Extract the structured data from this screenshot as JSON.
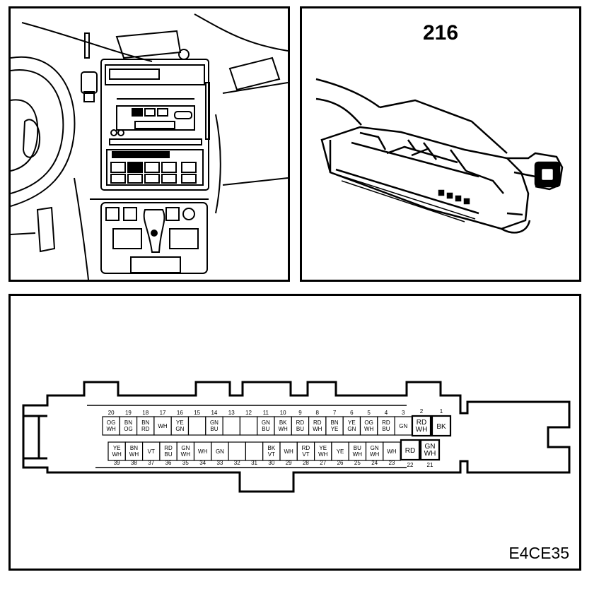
{
  "connector": {
    "number": "216",
    "figure_code": "E4CE35"
  },
  "pins_top": [
    {
      "num": "20",
      "wire": [
        "OG",
        "WH"
      ]
    },
    {
      "num": "19",
      "wire": [
        "BN",
        "OG"
      ]
    },
    {
      "num": "18",
      "wire": [
        "BN",
        "RD"
      ]
    },
    {
      "num": "17",
      "wire": [
        "WH"
      ]
    },
    {
      "num": "16",
      "wire": [
        "YE",
        "GN"
      ]
    },
    {
      "num": "15",
      "wire": []
    },
    {
      "num": "14",
      "wire": [
        "GN",
        "BU"
      ]
    },
    {
      "num": "13",
      "wire": []
    },
    {
      "num": "12",
      "wire": []
    },
    {
      "num": "11",
      "wire": [
        "GN",
        "BU"
      ]
    },
    {
      "num": "10",
      "wire": [
        "BK",
        "WH"
      ]
    },
    {
      "num": "9",
      "wire": [
        "RD",
        "BU"
      ]
    },
    {
      "num": "8",
      "wire": [
        "RD",
        "WH"
      ]
    },
    {
      "num": "7",
      "wire": [
        "BN",
        "YE"
      ]
    },
    {
      "num": "6",
      "wire": [
        "YE",
        "GN"
      ]
    },
    {
      "num": "5",
      "wire": [
        "OG",
        "WH"
      ]
    },
    {
      "num": "4",
      "wire": [
        "RD",
        "BU"
      ]
    },
    {
      "num": "3",
      "wire": [
        "GN"
      ]
    }
  ],
  "pins_top_large": [
    {
      "num": "2",
      "wire": [
        "RD",
        "WH"
      ]
    },
    {
      "num": "1",
      "wire": [
        "BK"
      ]
    }
  ],
  "pins_bottom": [
    {
      "num": "39",
      "wire": [
        "YE",
        "WH"
      ]
    },
    {
      "num": "38",
      "wire": [
        "BN",
        "WH"
      ]
    },
    {
      "num": "37",
      "wire": [
        "VT"
      ]
    },
    {
      "num": "36",
      "wire": [
        "RD",
        "BU"
      ]
    },
    {
      "num": "35",
      "wire": [
        "GN",
        "WH"
      ]
    },
    {
      "num": "34",
      "wire": [
        "WH"
      ]
    },
    {
      "num": "33",
      "wire": [
        "GN"
      ]
    },
    {
      "num": "32",
      "wire": []
    },
    {
      "num": "31",
      "wire": []
    },
    {
      "num": "30",
      "wire": [
        "BK",
        "VT"
      ]
    },
    {
      "num": "29",
      "wire": [
        "WH"
      ]
    },
    {
      "num": "28",
      "wire": [
        "RD",
        "VT"
      ]
    },
    {
      "num": "27",
      "wire": [
        "YE",
        "WH"
      ]
    },
    {
      "num": "26",
      "wire": [
        "YE"
      ]
    },
    {
      "num": "25",
      "wire": [
        "BU",
        "WH"
      ]
    },
    {
      "num": "24",
      "wire": [
        "GN",
        "WH"
      ]
    },
    {
      "num": "23",
      "wire": [
        "WH"
      ]
    }
  ],
  "pins_bottom_large": [
    {
      "num": "22",
      "wire": [
        "RD"
      ]
    },
    {
      "num": "21",
      "wire": [
        "GN",
        "WH"
      ]
    }
  ]
}
